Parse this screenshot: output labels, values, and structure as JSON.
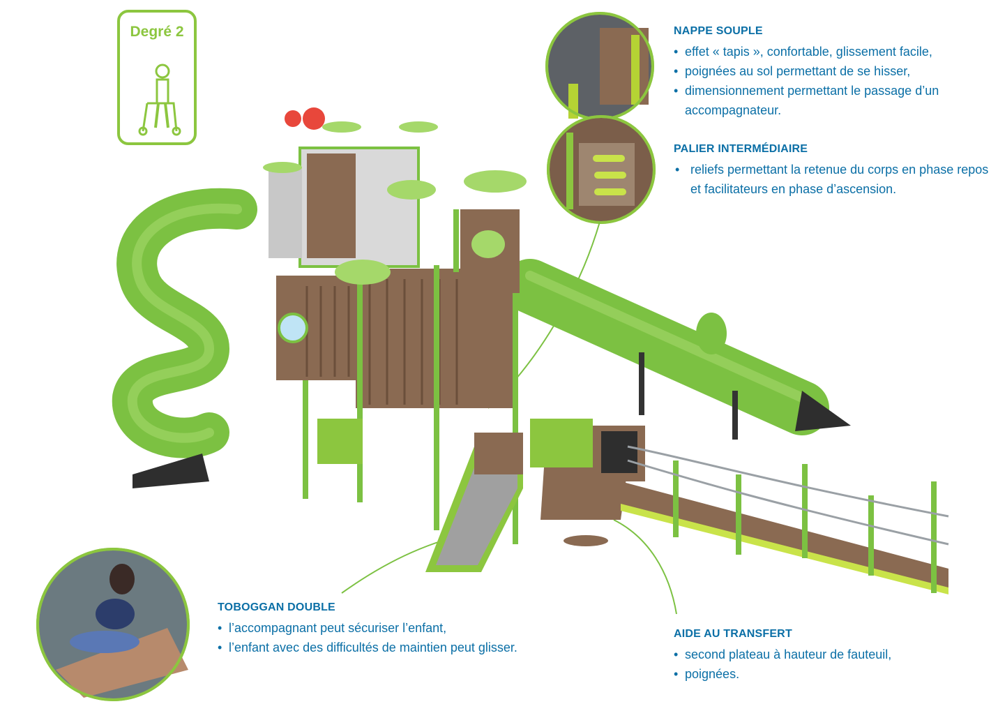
{
  "badge": {
    "title": "Degré 2",
    "figure_icon": "walker-child-icon"
  },
  "colors": {
    "lime": "#8cc63f",
    "text_blue": "#0b6fa6",
    "slide_green": "#7cc142",
    "wood": "#8a6a52"
  },
  "callouts": {
    "nappe": {
      "title": "NAPPE SOUPLE",
      "items": [
        "effet « tapis », confortable, glissement facile,",
        "poignées au sol permettant de se hisser,",
        "dimensionnement permettant le passage d’un accompagnateur."
      ]
    },
    "palier": {
      "title": "PALIER INTERMÉDIAIRE",
      "items": [
        "reliefs permettant la retenue du corps en phase repos et facilitateurs en phase d’ascension."
      ]
    },
    "toboggan": {
      "title": "TOBOGGAN DOUBLE",
      "items": [
        "l’accompagnant peut sécuriser l’enfant,",
        "l’enfant avec des difficultés de maintien peut glisser."
      ]
    },
    "aide": {
      "title": "AIDE AU TRANSFERT",
      "items": [
        "second plateau à hauteur de fauteuil,",
        "poignées."
      ]
    }
  }
}
